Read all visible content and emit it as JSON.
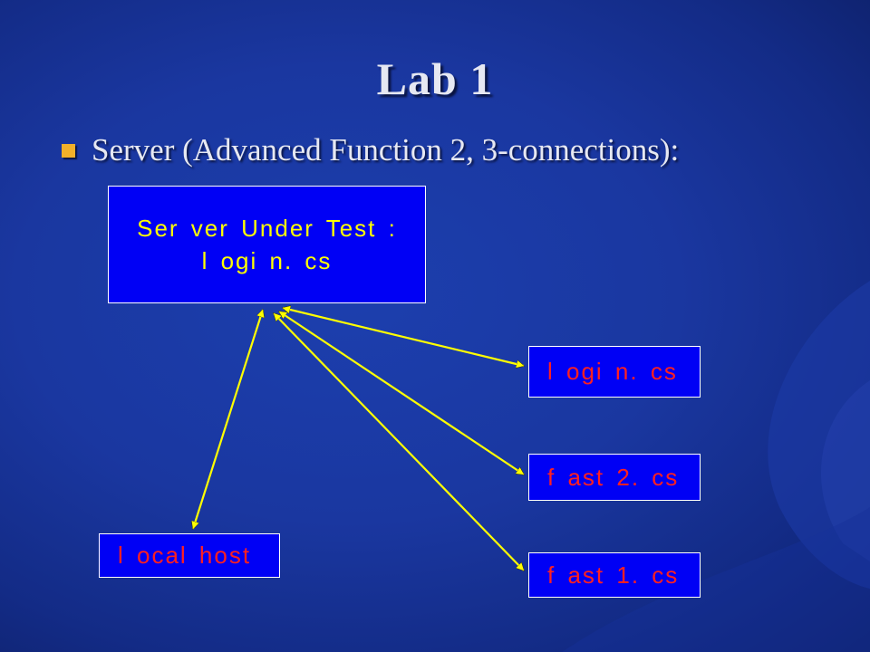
{
  "slide": {
    "title": "Lab  1",
    "bullet": "Server (Advanced Function 2, 3-connections):"
  },
  "diagram": {
    "server": {
      "line1": "Ser ver  Under  Test :",
      "line2": "l ogi n. cs"
    },
    "clients": {
      "login": "l ogi n. cs",
      "fast2": "f ast 2. cs",
      "fast1": "f ast 1. cs",
      "localhost": "l ocal host"
    }
  },
  "colors": {
    "background": "#1a37a0",
    "box_fill": "#0000f5",
    "server_text": "#ffff00",
    "client_text": "#ff2020",
    "arrow": "#ffff00",
    "bullet": "#f2b02a"
  }
}
